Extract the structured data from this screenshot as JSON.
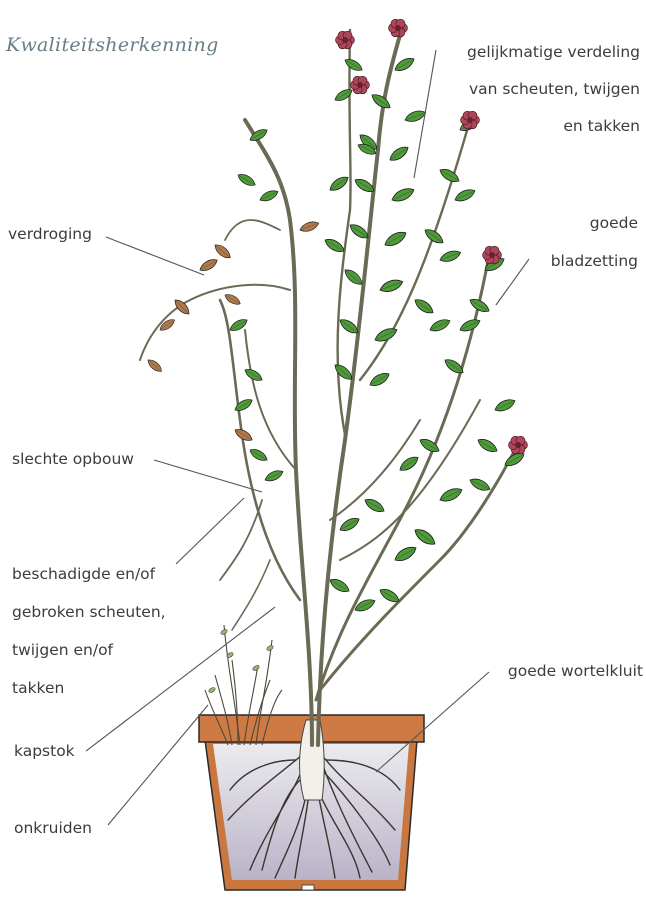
{
  "title": "Kwaliteitsherkenning",
  "labels": {
    "even_distribution": [
      "gelijkmatige verdeling",
      "van scheuten, twijgen",
      "en takken"
    ],
    "good_leaf": [
      "goede",
      "bladzetting"
    ],
    "drought": "verdroging",
    "bad_structure": "slechte opbouw",
    "damaged": [
      "beschadigde en/of",
      "gebroken scheuten,",
      "twijgen en/of",
      "takken"
    ],
    "good_rootball": "goede wortelkluit",
    "coat_hook": "kapstok",
    "weeds": "onkruiden"
  },
  "colors": {
    "leaf": "#4f9a3a",
    "leaf_dark": "#2f6a22",
    "stem": "#6a6a55",
    "dry_leaf": "#b07a4a",
    "flower": "#b0455a",
    "pot": "#cf7f4a",
    "pot_rim": "#c86f3c",
    "soil": "#d8d4e0",
    "root": "#3b352f",
    "line": "#555555",
    "title": "#6b7c86"
  }
}
